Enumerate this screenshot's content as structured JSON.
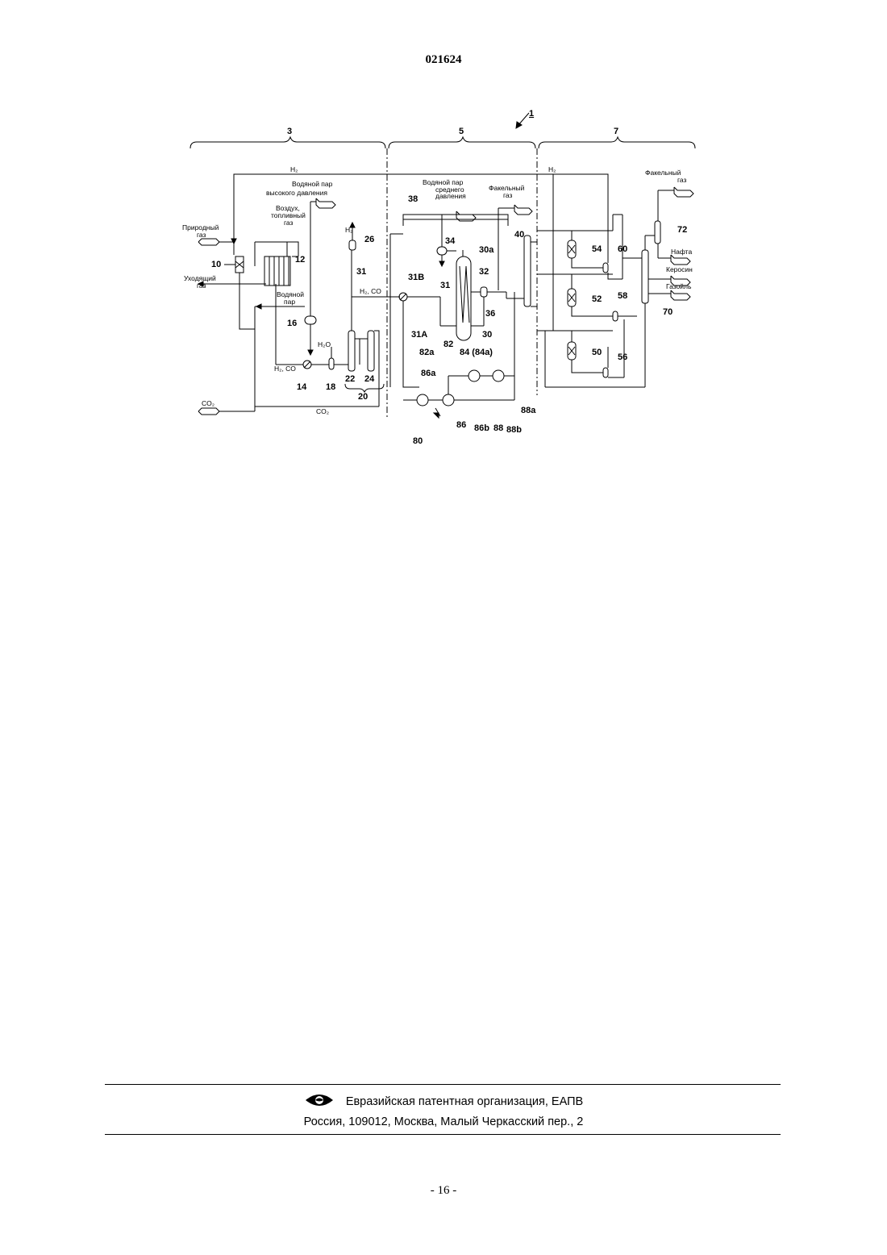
{
  "header": {
    "doc_number": "021624"
  },
  "figure": {
    "ref_main": "1",
    "sections": [
      "3",
      "5",
      "7"
    ],
    "labels": {
      "h2_top_left": "H₂",
      "h2_top_right": "H₂",
      "h2_vert": "H₂",
      "steam_hp_1": "Водяной пар",
      "steam_hp_2": "высокого давления",
      "air_fuel_1": "Воздух,",
      "air_fuel_2": "топливный",
      "air_fuel_3": "газ",
      "natural_gas_1": "Природный",
      "natural_gas_2": "газ",
      "flue_gas_1": "Уходящий",
      "flue_gas_2": "газ",
      "steam_1": "Водяной",
      "steam_2": "пар",
      "h2o": "H₂O",
      "h2co_left": "H₂, CO",
      "h2co_mid": "H₂, CO",
      "co2_in": "CO₂",
      "co2_line": "CO₂",
      "steam_mp_1": "Водяной пар",
      "steam_mp_2": "среднего",
      "steam_mp_3": "давления",
      "flare_mid_1": "Факельный",
      "flare_mid_2": "газ",
      "flare_right_1": "Факельный",
      "flare_right_2": "газ",
      "naphtha": "Нафта",
      "kerosene": "Керосин",
      "gasoil": "Газойль"
    },
    "numbers": {
      "n10": "10",
      "n12": "12",
      "n14": "14",
      "n16": "16",
      "n18": "18",
      "n20": "20",
      "n22": "22",
      "n24": "24",
      "n26": "26",
      "n31a": "31",
      "n31b": "31",
      "n31B": "31B",
      "n31A": "31A",
      "n30": "30",
      "n30a": "30a",
      "n32": "32",
      "n34": "34",
      "n36": "36",
      "n38": "38",
      "n40": "40",
      "n50": "50",
      "n52": "52",
      "n54": "54",
      "n56": "56",
      "n58": "58",
      "n60": "60",
      "n70": "70",
      "n72": "72",
      "n80": "80",
      "n82": "82",
      "n82a": "82a",
      "n84": "84 (84a)",
      "n86": "86",
      "n86a": "86a",
      "n86b": "86b",
      "n88": "88",
      "n88a": "88a",
      "n88b": "88b"
    }
  },
  "footer": {
    "organization": "Евразийская патентная организация, ЕАПВ",
    "address": "Россия, 109012, Москва, Малый Черкасский пер., 2",
    "page": "- 16 -"
  }
}
